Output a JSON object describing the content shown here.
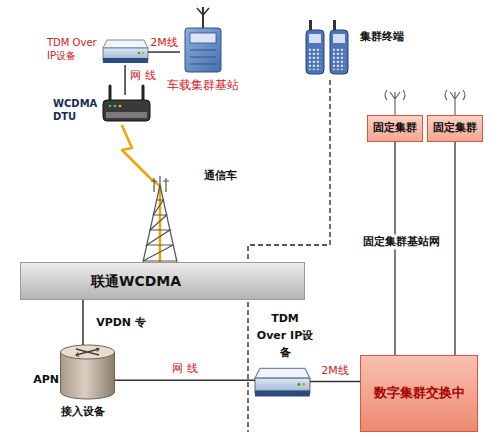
{
  "diagram": {
    "nodes": [
      {
        "text": [
          "TDM Over IP设备"
        ]
      },
      {
        "text": [
          "车载集群基站"
        ]
      },
      {
        "text": [
          "WCDMA DTU"
        ]
      },
      {
        "text": [
          "联通WCDMA"
        ]
      },
      {
        "text": [
          "APN",
          "接入设备"
        ]
      },
      {
        "text": [
          "TDM Over IP设备"
        ]
      },
      {
        "text": [
          "数字集群交换中"
        ]
      },
      {
        "text": [
          "固定集群"
        ]
      },
      {
        "text": [
          "固定集群"
        ]
      },
      {
        "text": [
          "集群终端"
        ]
      }
    ],
    "edges": [
      {
        "from": 0,
        "to": 1,
        "label": "2M线",
        "arrow": "none"
      },
      {
        "from": 0,
        "to": 2,
        "label": "网 线",
        "arrow": "none"
      },
      {
        "from": 2,
        "to": 3,
        "arrow": "none"
      },
      {
        "from": 3,
        "to": 4,
        "label": "VPDN 专",
        "arrow": "none"
      },
      {
        "from": 4,
        "to": 5,
        "label": "网 线",
        "arrow": "none"
      },
      {
        "from": 5,
        "to": 6,
        "label": "2M线",
        "arrow": "none"
      },
      {
        "from": 7,
        "to": 6,
        "arrow": "none"
      },
      {
        "from": 8,
        "to": 6,
        "arrow": "none"
      }
    ],
    "labels": [
      "通信车",
      "固定集群基站网"
    ]
  }
}
